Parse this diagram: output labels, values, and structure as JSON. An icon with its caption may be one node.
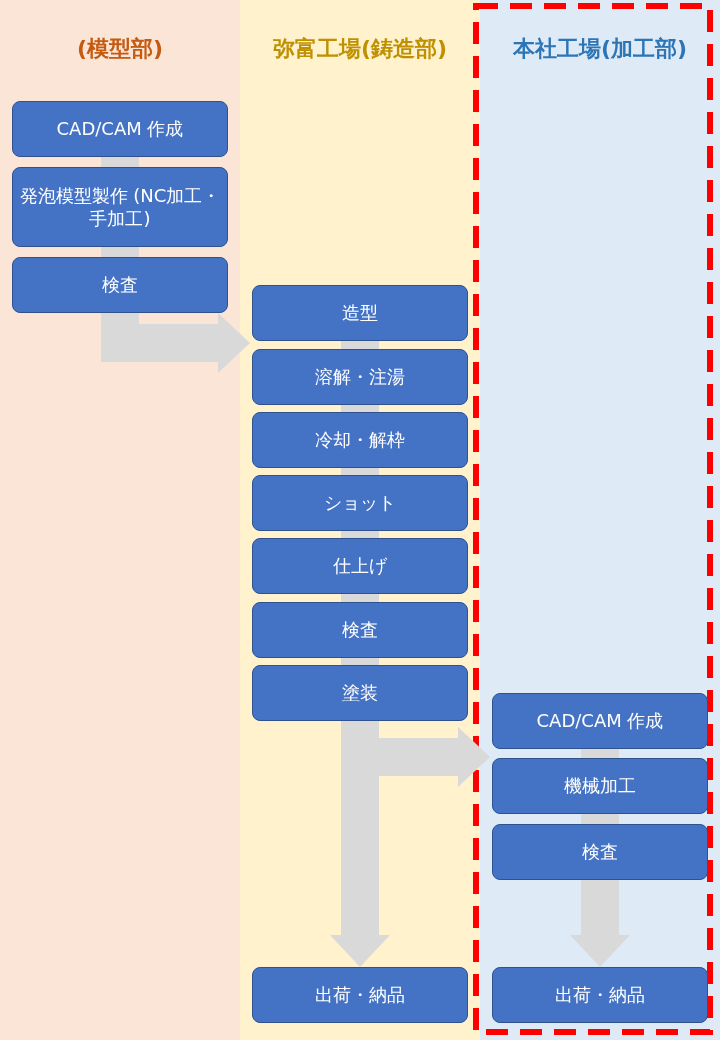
{
  "diagram": {
    "nodes": [
      {
        "text": [
          "(模型部)"
        ]
      },
      {
        "text": [
          "CAD/CAM 作成"
        ],
        "in": 0
      },
      {
        "text": [
          "発泡模型製作 (NC加工・手加工)"
        ],
        "in": 0
      },
      {
        "text": [
          "検査"
        ],
        "in": 0
      },
      {
        "text": [
          "弥富工場(鋳造部)"
        ]
      },
      {
        "text": [
          "造型"
        ],
        "in": 4
      },
      {
        "text": [
          "溶解・注湯"
        ],
        "in": 4
      },
      {
        "text": [
          "冷却・解枠"
        ],
        "in": 4
      },
      {
        "text": [
          "ショット"
        ],
        "in": 4
      },
      {
        "text": [
          "仕上げ"
        ],
        "in": 4
      },
      {
        "text": [
          "検査"
        ],
        "in": 4
      },
      {
        "text": [
          "塗装"
        ],
        "in": 4
      },
      {
        "text": [
          "出荷・納品"
        ],
        "in": 4
      },
      {
        "text": [
          "本社工場(加工部)"
        ]
      },
      {
        "text": [
          "CAD/CAM 作成"
        ],
        "in": 13
      },
      {
        "text": [
          "機械加工"
        ],
        "in": 13
      },
      {
        "text": [
          "検査"
        ],
        "in": 13
      },
      {
        "text": [
          "出荷・納品"
        ],
        "in": 13
      }
    ],
    "edges": [
      {
        "from": 1,
        "to": 2,
        "arrow": "none"
      },
      {
        "from": 2,
        "to": 3,
        "arrow": "none"
      },
      {
        "from": 3,
        "to": 5,
        "arrow": "to"
      },
      {
        "from": 5,
        "to": 6,
        "arrow": "none"
      },
      {
        "from": 6,
        "to": 7,
        "arrow": "none"
      },
      {
        "from": 7,
        "to": 8,
        "arrow": "none"
      },
      {
        "from": 8,
        "to": 9,
        "arrow": "none"
      },
      {
        "from": 9,
        "to": 10,
        "arrow": "none"
      },
      {
        "from": 10,
        "to": 11,
        "arrow": "none"
      },
      {
        "from": 11,
        "to": 14,
        "arrow": "to"
      },
      {
        "from": 11,
        "to": 12,
        "arrow": "to"
      },
      {
        "from": 14,
        "to": 15,
        "arrow": "none"
      },
      {
        "from": 15,
        "to": 16,
        "arrow": "none"
      },
      {
        "from": 16,
        "to": 17,
        "arrow": "to"
      }
    ]
  }
}
